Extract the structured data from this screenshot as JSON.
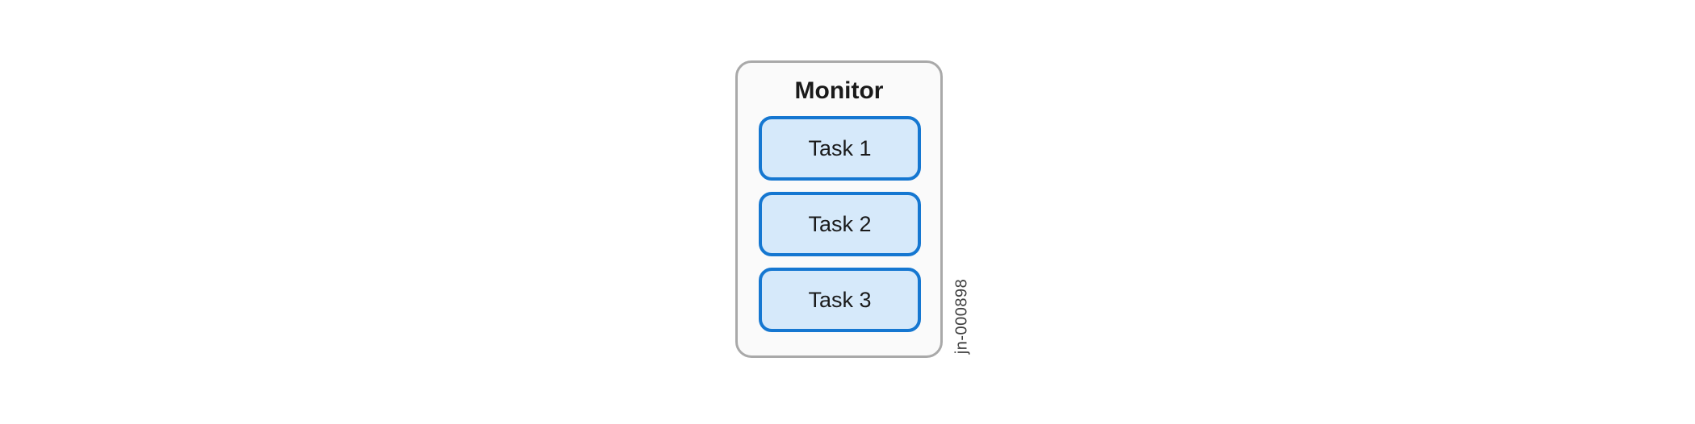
{
  "colors": {
    "container_border": "#a9a9a9",
    "container_fill": "#fafafa",
    "task_border": "#1577d1",
    "task_fill": "#d6e9fa",
    "text": "#1a1a1a",
    "figure_id_text": "#3f3f3f",
    "page_bg": "#ffffff"
  },
  "diagram": {
    "container": {
      "title": "Monitor"
    },
    "tasks": [
      {
        "label": "Task 1"
      },
      {
        "label": "Task 2"
      },
      {
        "label": "Task 3"
      }
    ],
    "figure_id": "jn-000898"
  }
}
